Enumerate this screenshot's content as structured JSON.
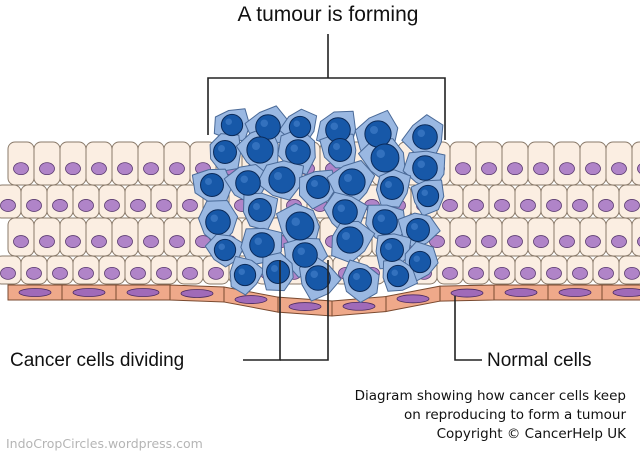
{
  "title": "A tumour is forming",
  "labels": {
    "cancer_cells": "Cancer cells dividing",
    "normal_cells": "Normal cells"
  },
  "caption": {
    "line1": "Diagram showing how cancer cells keep",
    "line2": "on reproducing to form a tumour",
    "line3": "Copyright © CancerHelp UK"
  },
  "watermark": "IndoCropCircles.wordpress.com",
  "colors": {
    "normal_cell_fill": "#fbeee2",
    "normal_cell_border": "#8a7a6a",
    "normal_nucleus": "#b084c8",
    "basement_cell": "#efa98a",
    "basement_nucleus": "#a06ab8",
    "tumour_cell": "#9ab8e2",
    "tumour_nucleus": "#1758a8",
    "line": "#222222"
  }
}
